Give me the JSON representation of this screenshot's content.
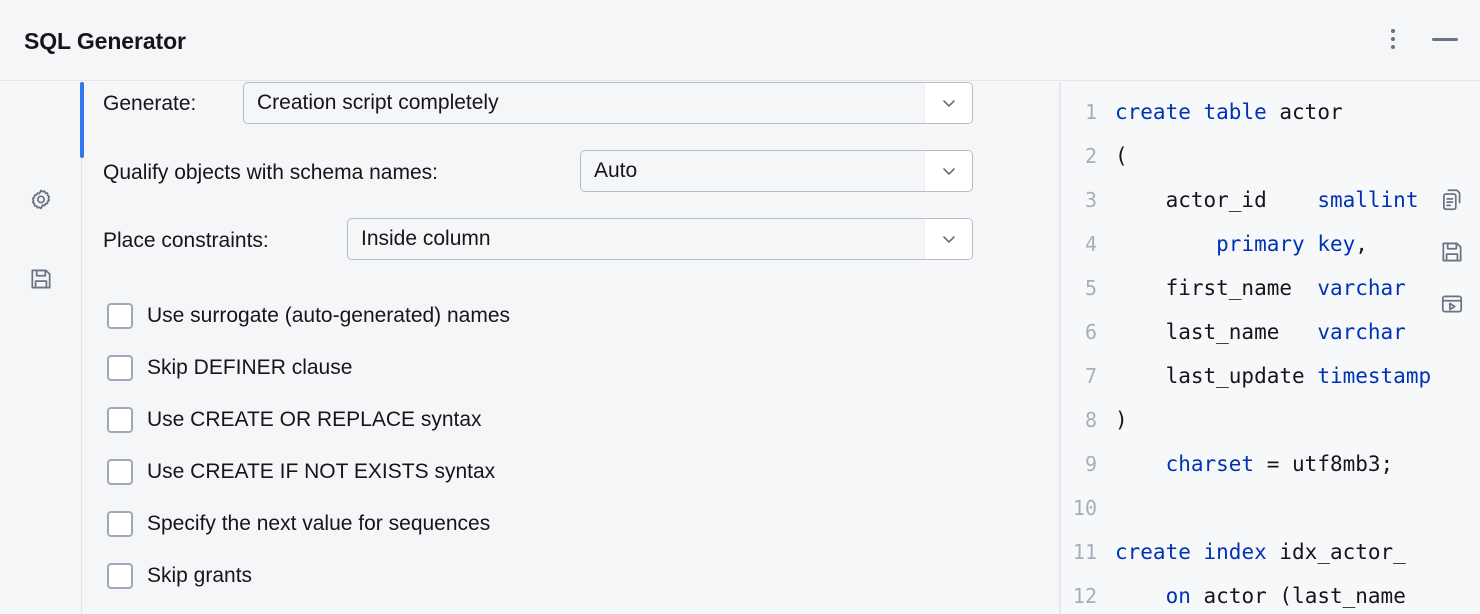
{
  "window": {
    "title": "SQL Generator",
    "menu_icon": "kebab-menu-icon",
    "minimize_icon": "minimize-icon"
  },
  "rail": {
    "items": [
      {
        "icon": "gear-icon",
        "name": "settings"
      },
      {
        "icon": "save-icon",
        "name": "save"
      }
    ]
  },
  "form": {
    "rows": [
      {
        "label": "Generate:",
        "value": "Creation script completely"
      },
      {
        "label": "Qualify objects with schema names:",
        "value": "Auto"
      },
      {
        "label": "Place constraints:",
        "value": "Inside column"
      }
    ],
    "checkboxes": [
      {
        "label": "Use surrogate (auto-generated) names",
        "checked": false
      },
      {
        "label": "Skip DEFINER clause",
        "checked": false
      },
      {
        "label": "Use CREATE OR REPLACE syntax",
        "checked": false
      },
      {
        "label": "Use CREATE IF NOT EXISTS syntax",
        "checked": false
      },
      {
        "label": "Specify the next value for sequences",
        "checked": false
      },
      {
        "label": "Skip grants",
        "checked": false
      }
    ]
  },
  "code": {
    "lines": [
      {
        "n": "1",
        "text": "create table actor"
      },
      {
        "n": "2",
        "text": "("
      },
      {
        "n": "3",
        "text": "    actor_id    smallint"
      },
      {
        "n": "4",
        "text": "        primary key,"
      },
      {
        "n": "5",
        "text": "    first_name  varchar"
      },
      {
        "n": "6",
        "text": "    last_name   varchar"
      },
      {
        "n": "7",
        "text": "    last_update timestamp"
      },
      {
        "n": "8",
        "text": ")"
      },
      {
        "n": "9",
        "text": "    charset = utf8mb3;"
      },
      {
        "n": "10",
        "text": ""
      },
      {
        "n": "11",
        "text": "create index idx_actor_"
      },
      {
        "n": "12",
        "text": "    on actor (last_name"
      }
    ],
    "actions": [
      {
        "icon": "copy-icon",
        "name": "copy-to-clipboard"
      },
      {
        "icon": "save-icon",
        "name": "save-script"
      },
      {
        "icon": "open-in-console-icon",
        "name": "open-in-console"
      }
    ]
  },
  "colors": {
    "accent": "#3574f0",
    "keyword": "#0033b3",
    "background": "#f5f6f8",
    "code_background": "#f7f8fa"
  }
}
